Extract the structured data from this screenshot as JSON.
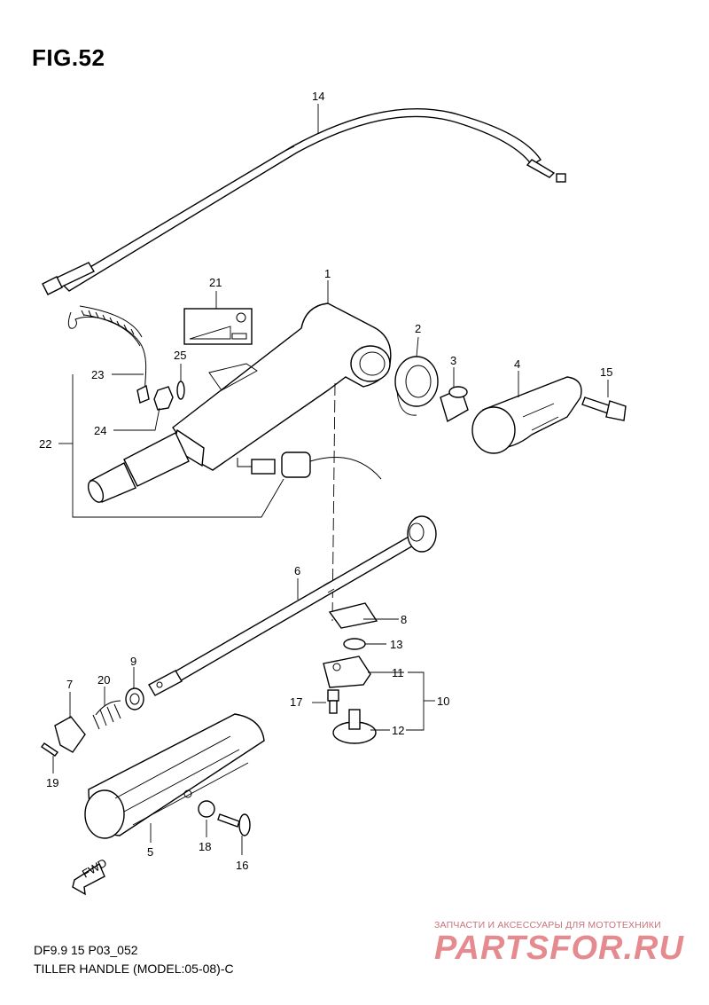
{
  "figure": {
    "title": "FIG.52",
    "ref_code": "DF9.9 15 P03_052",
    "caption": "TILLER HANDLE (MODEL:05-08)-C"
  },
  "callouts": [
    "1",
    "2",
    "3",
    "4",
    "5",
    "6",
    "7",
    "8",
    "9",
    "10",
    "11",
    "12",
    "13",
    "14",
    "15",
    "16",
    "17",
    "18",
    "19",
    "20",
    "21",
    "22",
    "23",
    "24",
    "25"
  ],
  "fwd_label": "FWD",
  "watermark": {
    "tagline": "ЗАПЧАСТИ И АКСЕССУАРЫ ДЛЯ МОТОТЕХНИКИ",
    "logo": "PARTSFOR.RU"
  }
}
